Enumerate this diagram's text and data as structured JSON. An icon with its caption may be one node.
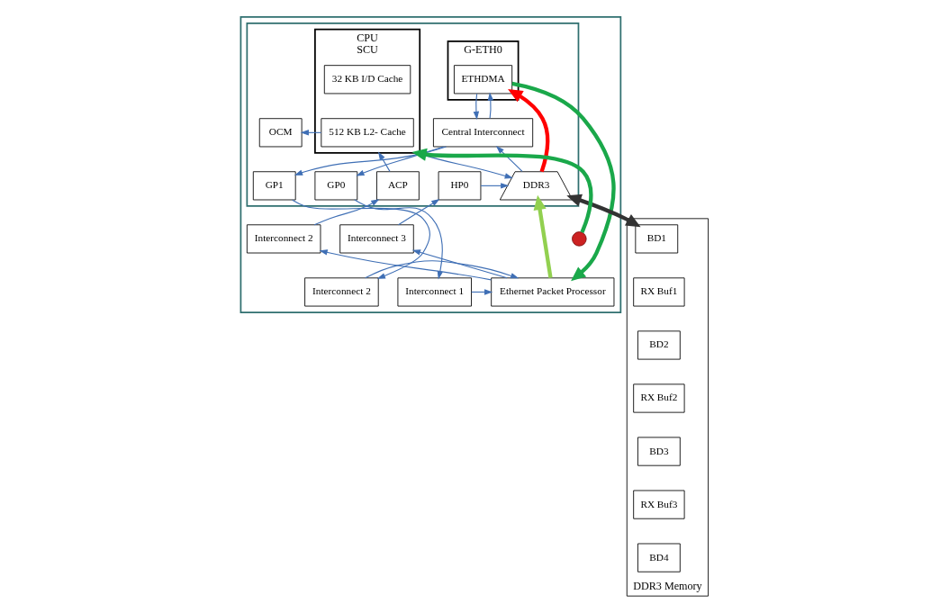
{
  "diagram": {
    "nodes": [
      {
        "text": [],
        "shape": "box"
      },
      {
        "text": [],
        "shape": "box",
        "in": 0
      },
      {
        "text": [
          "G-ETH0"
        ],
        "in": 1
      },
      {
        "text": [
          "ETHDMA"
        ],
        "in": 2
      },
      {
        "text": [
          "CPU",
          "SCU"
        ],
        "in": 1
      },
      {
        "text": [
          "32 KB I/D Cache"
        ],
        "in": 4
      },
      {
        "text": [
          "512 KB L2- Cache"
        ],
        "in": 4
      },
      {
        "text": [
          "OCM"
        ],
        "in": 1
      },
      {
        "text": [
          "DDR3"
        ],
        "in": 1
      },
      {
        "text": [
          "Central Interconnect"
        ],
        "in": 1
      },
      {
        "text": [
          "GP0"
        ],
        "in": 1
      },
      {
        "text": [
          "GP1"
        ],
        "in": 1
      },
      {
        "text": [
          "ACP"
        ],
        "in": 1
      },
      {
        "text": [
          "HP0"
        ],
        "in": 1
      },
      {
        "text": [
          "Interconnect 2"
        ],
        "in": 0
      },
      {
        "text": [
          "Interconnect 3"
        ],
        "in": 0
      },
      {
        "text": [
          "Interconnect 2"
        ],
        "in": 0
      },
      {
        "text": [
          "Interconnect 1"
        ],
        "in": 0
      },
      {
        "text": [
          "Ethernet Packet Processor"
        ],
        "in": 0
      },
      {
        "text": [
          "DDR3 Memory"
        ]
      },
      {
        "text": [
          "BD1"
        ],
        "in": 19
      },
      {
        "text": [
          "RX Buf1"
        ],
        "in": 19
      },
      {
        "text": [
          "BD2"
        ],
        "in": 19
      },
      {
        "text": [
          "RX Buf2"
        ],
        "in": 19
      },
      {
        "text": [
          "BD3"
        ],
        "in": 19
      },
      {
        "text": [
          "RX Buf3"
        ],
        "in": 19
      },
      {
        "text": [
          "BD4"
        ],
        "in": 19
      },
      {
        "text": [],
        "shape": "cross",
        "in": 0
      }
    ],
    "edges": [
      {
        "from": 3,
        "to": 9,
        "arrow": "to"
      },
      {
        "from": 9,
        "to": 3,
        "arrow": "to"
      },
      {
        "from": 9,
        "to": 10,
        "arrow": "to"
      },
      {
        "from": 9,
        "to": 11,
        "arrow": "to"
      },
      {
        "from": 8,
        "to": 9,
        "arrow": "to"
      },
      {
        "from": 6,
        "to": 7,
        "arrow": "to"
      },
      {
        "from": 4,
        "to": 8,
        "arrow": "to"
      },
      {
        "from": 12,
        "to": 4,
        "arrow": "to"
      },
      {
        "from": 13,
        "to": 8,
        "arrow": "to"
      },
      {
        "from": 14,
        "to": 12,
        "arrow": "to"
      },
      {
        "from": 15,
        "to": 13,
        "arrow": "to"
      },
      {
        "from": 18,
        "to": 14,
        "arrow": "to"
      },
      {
        "from": 18,
        "to": 15,
        "arrow": "to"
      },
      {
        "from": 10,
        "to": 17,
        "arrow": "to"
      },
      {
        "from": 11,
        "to": 16,
        "arrow": "to"
      },
      {
        "from": 16,
        "to": 18,
        "arrow": "to"
      },
      {
        "from": 17,
        "to": 18,
        "arrow": "to"
      },
      {
        "from": 8,
        "to": 20,
        "arrow": "both",
        "style": "thick",
        "color": "#333333"
      },
      {
        "from": 3,
        "to": 18,
        "arrow": "to",
        "style": "thick",
        "color": "#1aa84a"
      },
      {
        "from": 8,
        "to": 3,
        "arrow": "to",
        "style": "thick",
        "color": "#ff0000"
      },
      {
        "from": 27,
        "to": 4,
        "arrow": "to",
        "style": "thick",
        "color": "#1aa84a"
      },
      {
        "from": 18,
        "to": 8,
        "arrow": "to",
        "style": "thick",
        "color": "#92d050"
      }
    ]
  }
}
